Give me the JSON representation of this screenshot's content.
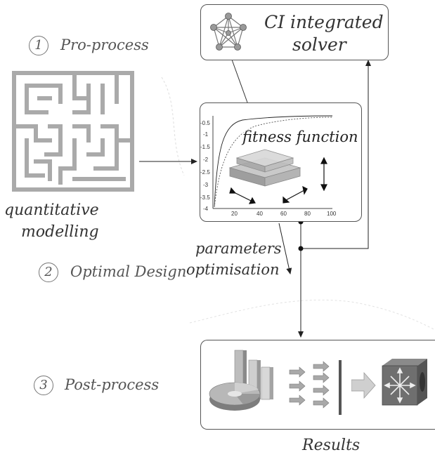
{
  "solver": {
    "title_line1": "CI integrated",
    "title_line2": "solver",
    "icon": "network-graph-icon"
  },
  "steps": [
    {
      "number": "1",
      "label": "Pro-process"
    },
    {
      "number": "2",
      "label": "Optimal Design"
    },
    {
      "number": "3",
      "label": "Post-process"
    }
  ],
  "modelling": {
    "line1": "quantitative",
    "line2": "modelling",
    "icon": "maze-icon"
  },
  "fitness": {
    "title": "fitness function",
    "y_ticks": [
      "-0.5",
      "-1",
      "-1.5",
      "-2",
      "-2.5",
      "-3",
      "-3.5",
      "-4"
    ],
    "x_ticks": [
      "20",
      "40",
      "60",
      "80",
      "100"
    ]
  },
  "parameters": {
    "line1": "parameters",
    "line2": "optimisation"
  },
  "results": {
    "label": "Results"
  }
}
